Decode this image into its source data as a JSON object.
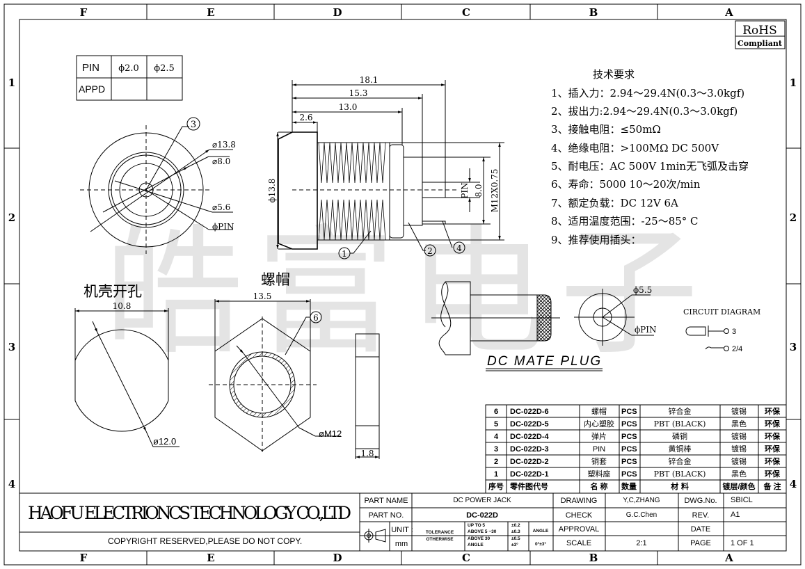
{
  "watermark": "皓富电子",
  "border": {
    "columns": [
      "F",
      "E",
      "D",
      "C",
      "B",
      "A"
    ],
    "rows": [
      "1",
      "2",
      "3",
      "4"
    ]
  },
  "rohs": {
    "title": "RoHS",
    "subtitle": "Compliant"
  },
  "pin_table": {
    "headers": [
      "PIN",
      "ϕ2.0",
      "ϕ2.5"
    ],
    "row_label": "APPD"
  },
  "front_view": {
    "balloon": "3",
    "dims": [
      "⌀13.8",
      "⌀8.0",
      "⌀5.6",
      "ϕPIN"
    ]
  },
  "side_view": {
    "dims": [
      "18.1",
      "15.3",
      "13.0",
      "2.6",
      "ϕ13.8",
      "PIN",
      "8.0",
      "M12X0.75"
    ],
    "balloons": [
      "1",
      "2",
      "4"
    ]
  },
  "specs": {
    "title": "技术要求",
    "items": [
      "1、插入力：2.94～29.4N(0.3～3.0kgf)",
      "2、拔出力:2.94～29.4N(0.3～3.0kgf)",
      "3、接触电阻：≤50mΩ",
      "4、绝缘电阻：>100MΩ  DC  500V",
      "5、耐电压：AC  500V  1min无飞弧及击穿",
      "6、寿命：5000 10～20次/min",
      "7、额定负载：DC  12V  6A",
      "8、适用温度范围：-25～85° C",
      "9、推荐使用插头："
    ]
  },
  "panel_cutout": {
    "title": "机壳开孔",
    "width": "10.8",
    "diameter": "ø12.0"
  },
  "nut": {
    "title": "螺帽",
    "width": "13.5",
    "balloon": "6",
    "thread": "øM12",
    "thickness": "1.8"
  },
  "mate_plug": {
    "title": "DC MATE PLUG",
    "dims": [
      "ϕ5.5",
      "ϕPIN"
    ]
  },
  "circuit": {
    "title": "CIRCUIT DIAGRAM",
    "pins": [
      "3",
      "2/4"
    ]
  },
  "parts": {
    "headers": [
      "序号",
      "零件图代号",
      "名 称",
      "数量",
      "材 料",
      "镀层/颜色",
      "备 注"
    ],
    "rows": [
      [
        "6",
        "DC-022D-6",
        "螺帽",
        "PCS",
        "锌合金",
        "镀锡",
        "环保"
      ],
      [
        "5",
        "DC-022D-5",
        "内心塑胶",
        "PCS",
        "PBT (BLACK)",
        "黑色",
        "环保"
      ],
      [
        "4",
        "DC-022D-4",
        "弹片",
        "PCS",
        "磷铜",
        "镀锡",
        "环保"
      ],
      [
        "3",
        "DC-022D-3",
        "PIN",
        "PCS",
        "黄铜棒",
        "镀锡",
        "环保"
      ],
      [
        "2",
        "DC-022D-2",
        "铜套",
        "PCS",
        "锌合金",
        "镀锡",
        "环保"
      ],
      [
        "1",
        "DC-022D-1",
        "塑料座",
        "PCS",
        "PBT (BLACK)",
        "黑色",
        "环保"
      ]
    ]
  },
  "title_block": {
    "company": "HAOFU ELECTRIONCS TECHNOLOGY CO.,LTD",
    "copyright": "COPYRIGHT RESERVED,PLEASE DO NOT COPY.",
    "part_name_label": "PART NAME",
    "part_name": "DC POWER JACK",
    "part_no_label": "PART NO.",
    "part_no": "DC-022D",
    "unit_label": "UNIT :",
    "unit": "mm",
    "tolerance_label": [
      "TOLERANCE",
      "OTHERWISE"
    ],
    "tolerances": [
      [
        "UP TO 5",
        "±0.2"
      ],
      [
        "ABOVE 5 ~30",
        "±0.3"
      ],
      [
        "ABOVE 30",
        "±0.5"
      ],
      [
        "ANGLE",
        "±3°"
      ]
    ],
    "angle_label": "ANGLE",
    "angle": "0°±3°",
    "drawing_label": "DRAWING",
    "drawing": "Y,C,ZHANG",
    "check_label": "CHECK",
    "check": "G.C.Chen",
    "approval_label": "APPROVAL",
    "approval": "",
    "scale_label": "SCALE",
    "scale": "2:1",
    "dwg_no_label": "DWG.No.",
    "dwg_no": "SBICL",
    "rev_label": "REV.",
    "rev": "A1",
    "date_label": "DATE",
    "date": "",
    "page_label": "PAGE",
    "page": "1 OF 1"
  }
}
